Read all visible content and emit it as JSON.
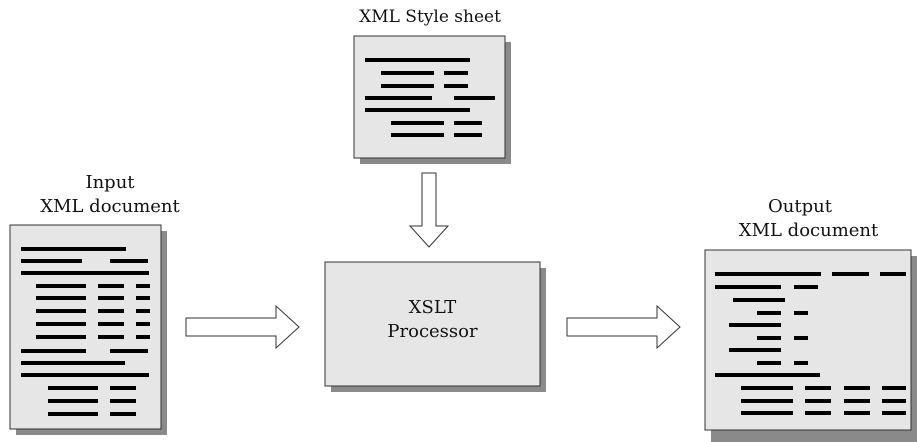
{
  "labels": {
    "stylesheet": "XML Style sheet",
    "input_line1": "Input",
    "input_line2": "XML document",
    "output_line1": "Output",
    "output_line2": "XML document",
    "processor_line1": "XSLT",
    "processor_line2": "Processor"
  },
  "colors": {
    "box_fill": "#e6e6e6",
    "box_border": "#333333",
    "shadow": "#8a8a8a",
    "text_line": "#000000",
    "arrow_fill": "#ffffff"
  }
}
